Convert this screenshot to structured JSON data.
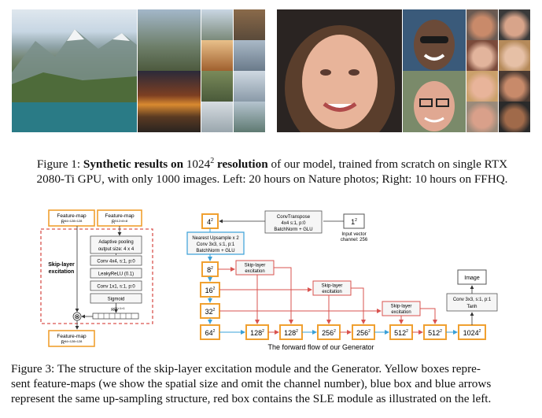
{
  "figure1": {
    "caption_prefix": "Figure 1: ",
    "caption_bold1": "Synthetic results on ",
    "caption_math_base": "1024",
    "caption_math_exp": "2",
    "caption_bold2": " resolution",
    "caption_rest_line1": " of our model, trained from scratch on single RTX",
    "caption_line2": "2080-Ti GPU, with only 1000 images. Left: 20 hours on Nature photos; Right: 10 hours on FFHQ."
  },
  "sle_module": {
    "feature_map_label": "Feature-map",
    "input_low_dim": "R",
    "input_low_sup": "64×128×128",
    "input_high_dim": "R",
    "input_high_sup": "512×8×8",
    "pool_line1": "Adaptive pooling",
    "pool_line2": "output size: 4 x 4",
    "conv4": "Conv 4x4, s:1, p:0",
    "leaky": "LeakyReLU (0.1)",
    "conv1": "Conv 1x1, s:1, p:0",
    "sigmoid": "Sigmoid",
    "vec_dim": "R",
    "vec_sup": "64×1×1",
    "multiply_symbol": "⊗",
    "module_title_line1": "Skip-layer",
    "module_title_line2": "excitation",
    "output_label": "Feature-map",
    "output_dim": "R",
    "output_sup": "64×128×128"
  },
  "generator": {
    "node_4": "4",
    "node_8": "8",
    "node_16": "16",
    "node_32": "32",
    "node_64": "64",
    "node_128a": "128",
    "node_128b": "128",
    "node_256a": "256",
    "node_256b": "256",
    "node_512a": "512",
    "node_512b": "512",
    "node_1024": "1024",
    "node_input": "1",
    "exp": "2",
    "convtranspose_line1": "ConvTranspose",
    "convtranspose_line2": "4x4 s:1, p:0",
    "convtranspose_line3": "BatchNorm + GLU",
    "input_vector_line1": "Input vector",
    "input_vector_line2": "channel: 256",
    "upsample_line1": "Nearest Upsample x 2",
    "upsample_line2": "Conv 3x3, s:1, p:1",
    "upsample_line3": "BatchNorm + GLU",
    "sle_line1": "Skip-layer",
    "sle_line2": "excitation",
    "image_label": "Image",
    "final_conv_line1": "Conv 3x3, s:1, p:1",
    "final_conv_line2": "Tanh",
    "flow_caption": "The forward flow of our Generator"
  },
  "figure3": {
    "caption_line1": "Figure 3: The structure of the skip-layer excitation module and the Generator. Yellow boxes repre-",
    "caption_line2": "sent feature-maps (we show the spatial size and omit the channel number), blue box and blue arrows",
    "caption_line3": "represent the same up-sampling structure, red box contains the SLE module as illustrated on the left."
  },
  "colors": {
    "orange": "#f0a030",
    "red": "#d9534f",
    "blue": "#3aa0d8",
    "box_gray": "#f6f6f6"
  }
}
